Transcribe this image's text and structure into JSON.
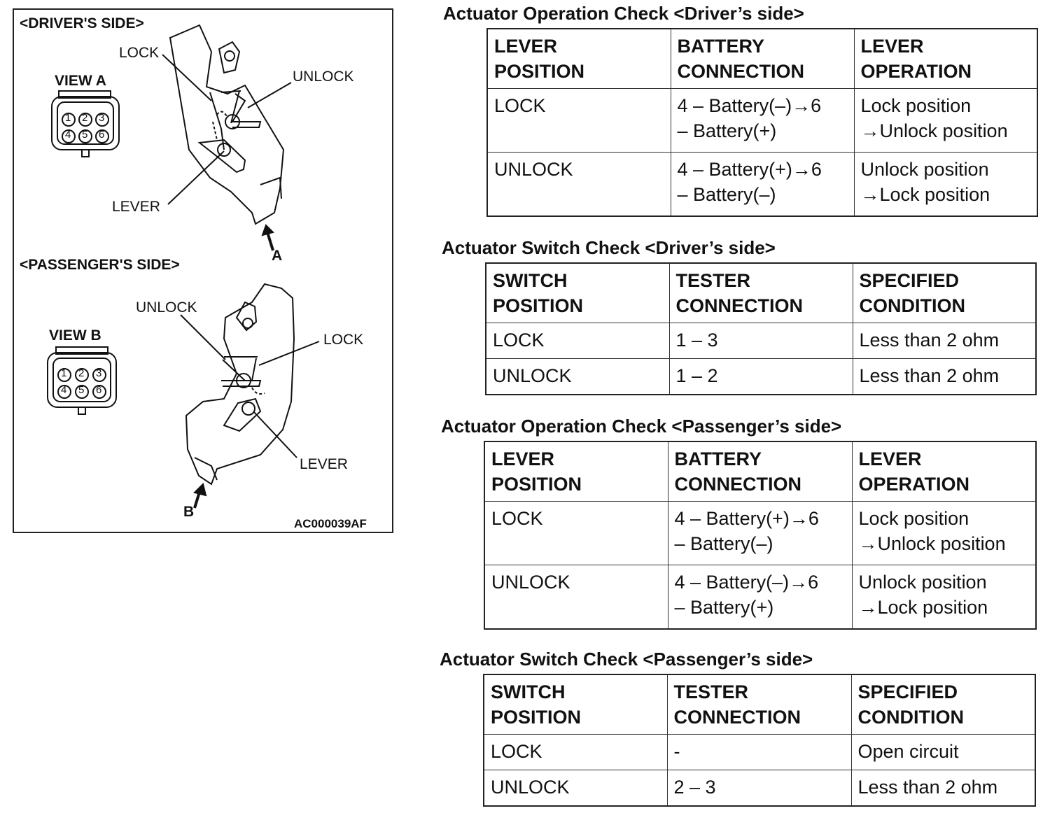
{
  "figure": {
    "driver_heading": "<DRIVER'S SIDE>",
    "passenger_heading": "<PASSENGER'S SIDE>",
    "view_a": "VIEW A",
    "view_b": "VIEW B",
    "driver_labels": {
      "lock": "LOCK",
      "unlock": "UNLOCK",
      "lever": "LEVER",
      "arrow": "A"
    },
    "passenger_labels": {
      "unlock": "UNLOCK",
      "lock": "LOCK",
      "lever": "LEVER",
      "arrow": "B"
    },
    "connector_pins": [
      "1",
      "2",
      "3",
      "4",
      "5",
      "6"
    ],
    "code": "AC000039AF"
  },
  "tables": [
    {
      "title": "Actuator Operation Check <Driver’s side>",
      "headers": [
        [
          "LEVER",
          "POSITION"
        ],
        [
          "BATTERY",
          "CONNECTION"
        ],
        [
          "LEVER",
          "OPERATION"
        ]
      ],
      "rows": [
        [
          [
            "LOCK"
          ],
          [
            "4 – Battery(–)→6",
            "– Battery(+)"
          ],
          [
            "Lock position",
            "→Unlock position"
          ]
        ],
        [
          [
            "UNLOCK"
          ],
          [
            "4 – Battery(+)→6",
            "– Battery(–)"
          ],
          [
            "Unlock position",
            "→Lock position"
          ]
        ]
      ]
    },
    {
      "title": "Actuator Switch Check <Driver’s side>",
      "headers": [
        [
          "SWITCH",
          "POSITION"
        ],
        [
          "TESTER",
          "CONNECTION"
        ],
        [
          "SPECIFIED",
          "CONDITION"
        ]
      ],
      "rows": [
        [
          [
            "LOCK"
          ],
          [
            "1 – 3"
          ],
          [
            "Less than 2 ohm"
          ]
        ],
        [
          [
            "UNLOCK"
          ],
          [
            "1 – 2"
          ],
          [
            "Less than 2 ohm"
          ]
        ]
      ]
    },
    {
      "title": "Actuator Operation Check <Passenger’s side>",
      "headers": [
        [
          "LEVER",
          "POSITION"
        ],
        [
          "BATTERY",
          "CONNECTION"
        ],
        [
          "LEVER",
          "OPERATION"
        ]
      ],
      "rows": [
        [
          [
            "LOCK"
          ],
          [
            "4 – Battery(+)→6",
            "– Battery(–)"
          ],
          [
            "Lock position",
            "→Unlock position"
          ]
        ],
        [
          [
            "UNLOCK"
          ],
          [
            "4 – Battery(–)→6",
            "– Battery(+)"
          ],
          [
            "Unlock position",
            "→Lock position"
          ]
        ]
      ]
    },
    {
      "title": "Actuator Switch Check <Passenger’s side>",
      "headers": [
        [
          "SWITCH",
          "POSITION"
        ],
        [
          "TESTER",
          "CONNECTION"
        ],
        [
          "SPECIFIED",
          "CONDITION"
        ]
      ],
      "rows": [
        [
          [
            "LOCK"
          ],
          [
            "-"
          ],
          [
            "Open circuit"
          ]
        ],
        [
          [
            "UNLOCK"
          ],
          [
            "2 – 3"
          ],
          [
            "Less than 2 ohm"
          ]
        ]
      ]
    }
  ]
}
